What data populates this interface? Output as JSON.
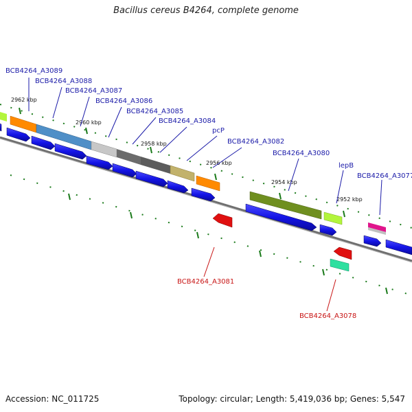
{
  "header": {
    "title": "Bacillus cereus B4264, complete genome"
  },
  "footer": {
    "accession": "Accession: NC_011725",
    "summary": "Topology: circular; Length: 5,419,036 bp; Genes: 5,547"
  },
  "ticks": {
    "kbp_labels": [
      "2962 kbp",
      "2960 kbp",
      "2958 kbp",
      "2956 kbp",
      "2954 kbp",
      "2952 kbp"
    ]
  },
  "genes": {
    "forward": [
      "BCB4264_A3089",
      "BCB4264_A3088",
      "BCB4264_A3087",
      "BCB4264_A3086",
      "BCB4264_A3085",
      "BCB4264_A3084",
      "pcP",
      "BCB4264_A3082",
      "BCB4264_A3080",
      "lepB",
      "BCB4264_A3077"
    ],
    "reverse": [
      "BCB4264_A3081",
      "BCB4264_A3078"
    ]
  },
  "colors": {
    "backbone": "#8a8a8a",
    "cds": "#1414e6",
    "tick": "#1a7a1a",
    "forward_label": "#1a1aa8",
    "reverse_label": "#c81414",
    "reverse_gene": "#e01010",
    "reverse_gene_green": "#2ee0a0"
  }
}
